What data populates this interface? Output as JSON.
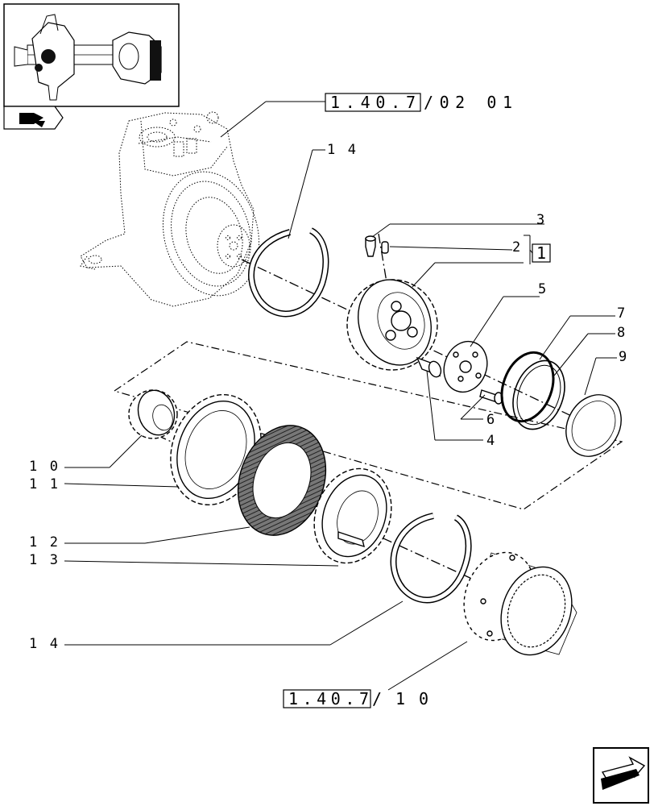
{
  "references": {
    "top": {
      "code": "1.40.7",
      "suffix": "/02 01"
    },
    "bottom": {
      "code": "1.40.7",
      "suffix": "/10"
    },
    "group": "1"
  },
  "callouts": [
    {
      "id": "14a",
      "text": "14"
    },
    {
      "id": "3",
      "text": "3"
    },
    {
      "id": "2",
      "text": "2"
    },
    {
      "id": "5",
      "text": "5"
    },
    {
      "id": "7",
      "text": "7"
    },
    {
      "id": "8",
      "text": "8"
    },
    {
      "id": "9",
      "text": "9"
    },
    {
      "id": "6",
      "text": "6"
    },
    {
      "id": "4",
      "text": "4"
    },
    {
      "id": "10",
      "text": "10"
    },
    {
      "id": "11",
      "text": "11"
    },
    {
      "id": "12",
      "text": "12"
    },
    {
      "id": "13",
      "text": "13"
    },
    {
      "id": "14b",
      "text": "14"
    }
  ],
  "icons": {
    "thumbnail": "axle-assembly-thumbnail",
    "book": "book-icon",
    "next_page": "next-page-arrow-icon"
  }
}
